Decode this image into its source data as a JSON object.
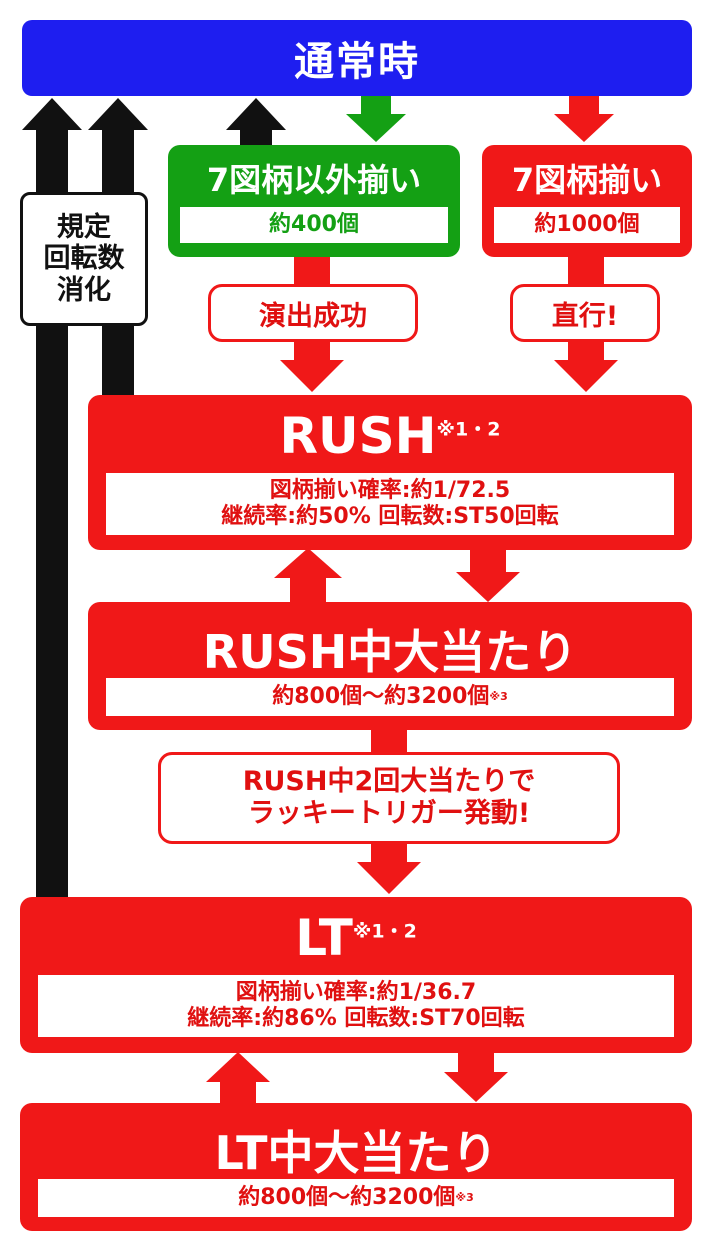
{
  "top": {
    "title": "通常時"
  },
  "side_box": {
    "lines": [
      "規定",
      "回転数",
      "消化"
    ]
  },
  "green_box": {
    "title": "7図柄以外揃い",
    "sub": "約400個"
  },
  "red_top_box": {
    "title": "7図柄揃い",
    "sub": "約1000個"
  },
  "pill_left": {
    "text": "演出成功"
  },
  "pill_right": {
    "text": "直行!"
  },
  "rush": {
    "title": "RUSH",
    "note": "※1・2",
    "line1": "図柄揃い確率:約1/72.5",
    "line2": "継続率:約50% 回転数:ST50回転"
  },
  "rush_hit": {
    "title": "RUSH中大当たり",
    "sub": "約800個〜約3200個",
    "note": "※3"
  },
  "lucky": {
    "line1": "RUSH中2回大当たりで",
    "line2": "ラッキートリガー発動!"
  },
  "lt": {
    "title": "LT",
    "note": "※1・2",
    "line1": "図柄揃い確率:約1/36.7",
    "line2": "継続率:約86% 回転数:ST70回転"
  },
  "lt_hit": {
    "title": "LT中大当たり",
    "sub": "約800個〜約3200個",
    "note": "※3"
  },
  "colors": {
    "red": "#f01818",
    "green": "#14a014",
    "blue": "#1e1ef0",
    "black": "#111111"
  }
}
